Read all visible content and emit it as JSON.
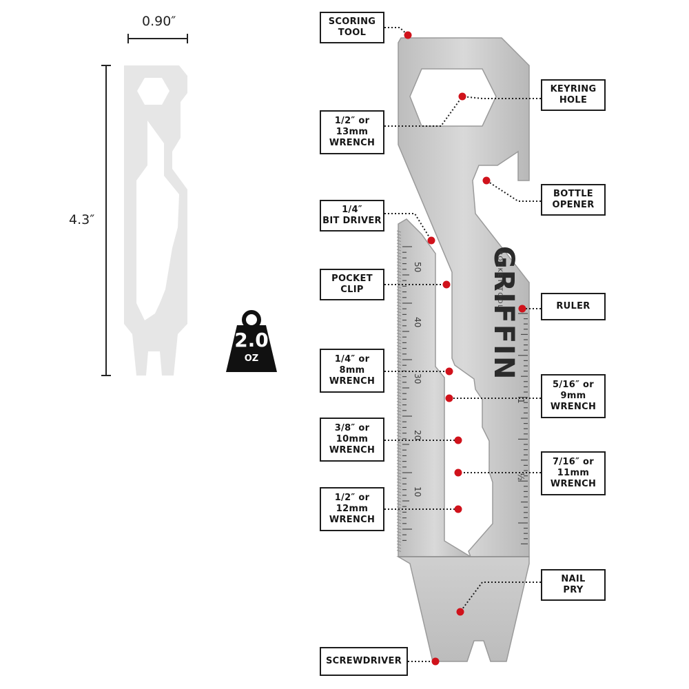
{
  "dimensions": {
    "width_label": "0.90″",
    "height_label": "4.3″"
  },
  "weight": {
    "value": "2.0",
    "unit": "OZ"
  },
  "brand": {
    "name": "GRIFFIN",
    "tagline": "POCKET TOOL"
  },
  "ruler": {
    "cm_marks": [
      "50",
      "40",
      "30",
      "20",
      "10"
    ],
    "inch_marks": [
      "1",
      "½"
    ]
  },
  "callouts": {
    "scoring_tool": "SCORING\nTOOL",
    "keyring_hole": "KEYRING\nHOLE",
    "wrench_half_13mm": "1/2″ or\n13mm\nWRENCH",
    "bottle_opener": "BOTTLE\nOPENER",
    "bit_driver": "1/4″\nBIT DRIVER",
    "pocket_clip": "POCKET\nCLIP",
    "ruler": "RULER",
    "wrench_quarter_8mm": "1/4″ or\n8mm\nWRENCH",
    "wrench_5_16_9mm": "5/16″ or\n9mm\nWRENCH",
    "wrench_3_8_10mm": "3/8″ or\n10mm\nWRENCH",
    "wrench_7_16_11mm": "7/16″ or\n11mm\nWRENCH",
    "wrench_half_12mm": "1/2″ or\n12mm\nWRENCH",
    "nail_pry": "NAIL\nPRY",
    "screwdriver": "SCREWDRIVER"
  },
  "colors": {
    "accent_dot": "#d0121b",
    "silhouette": "#e6e6e6",
    "steel": "#c9c9c9",
    "outline": "#1c1c1c"
  }
}
